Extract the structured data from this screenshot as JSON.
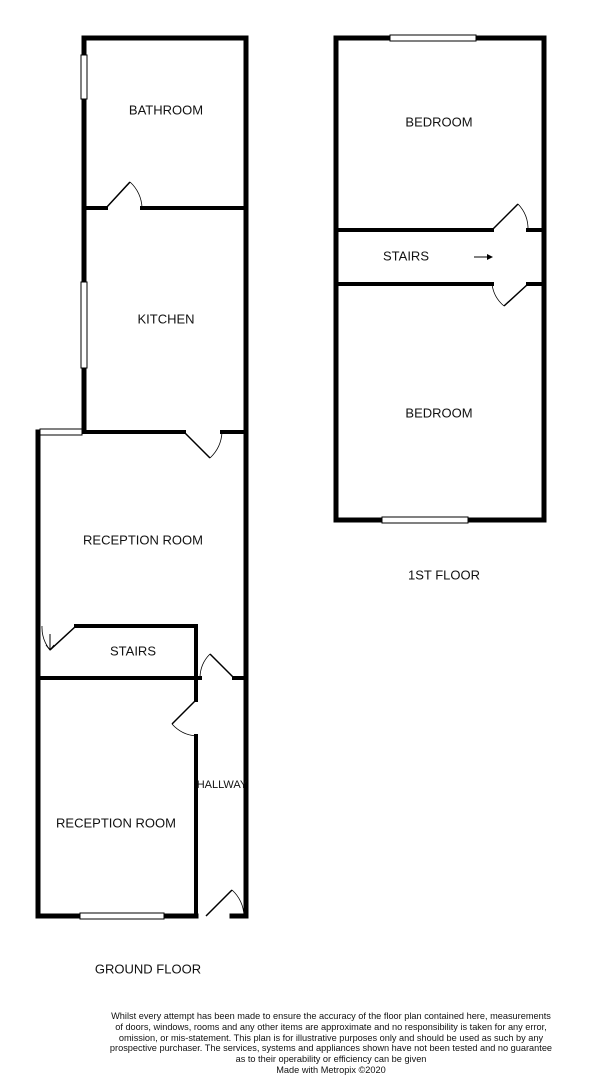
{
  "ground_floor": {
    "label": "GROUND FLOOR",
    "rooms": {
      "bathroom": "BATHROOM",
      "kitchen": "KITCHEN",
      "reception_upper": "RECEPTION ROOM",
      "stairs": "STAIRS",
      "reception_lower": "RECEPTION ROOM",
      "hallway": "HALLWAY"
    }
  },
  "first_floor": {
    "label": "1ST FLOOR",
    "rooms": {
      "bedroom_upper": "BEDROOM",
      "stairs": "STAIRS",
      "bedroom_lower": "BEDROOM"
    }
  },
  "disclaimer": {
    "text": "Whilst every attempt has been made to ensure the accuracy of the floor plan contained here, measurements of doors, windows, rooms and any other items are approximate and no responsibility is taken for any error, omission, or mis-statement. This plan is for illustrative purposes only and should be used as such by any prospective purchaser. The services, systems and appliances shown have not been tested and no guarantee as to their operability or efficiency can be given",
    "credit": "Made with Metropix ©2020"
  }
}
